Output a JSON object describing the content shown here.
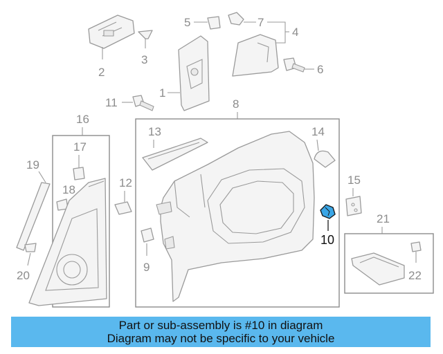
{
  "callouts": {
    "c1": "1",
    "c2": "2",
    "c3": "3",
    "c4": "4",
    "c5": "5",
    "c6": "6",
    "c7": "7",
    "c8": "8",
    "c9": "9",
    "c10": "10",
    "c11": "11",
    "c12": "12",
    "c13": "13",
    "c14": "14",
    "c15": "15",
    "c16": "16",
    "c17": "17",
    "c18": "18",
    "c19": "19",
    "c20": "20",
    "c21": "21",
    "c22": "22"
  },
  "highlight_part": "10",
  "colors": {
    "highlight": "#3aa6e6",
    "banner": "#5ab8ee",
    "line": "#9a9a9a"
  },
  "banner": {
    "line1": "Part or sub-assembly is #10 in diagram",
    "line2": "Diagram may not be specific to your vehicle"
  }
}
